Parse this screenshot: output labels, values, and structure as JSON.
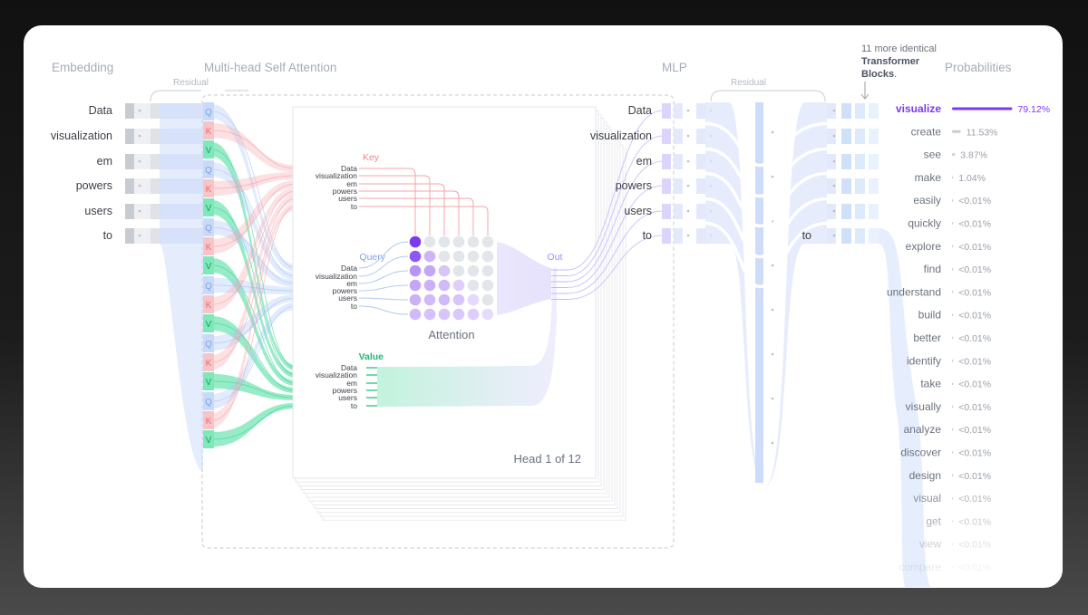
{
  "headers": {
    "embedding": "Embedding",
    "attention": "Multi-head Self Attention",
    "mlp": "MLP",
    "probabilities": "Probabilities",
    "residual_left": "Residual",
    "residual_right": "Residual"
  },
  "note": {
    "line1": "11 more identical",
    "line2": "Transformer",
    "line3": "Blocks",
    "suffix": "."
  },
  "tokens": [
    "Data",
    "visualization",
    "em",
    "powers",
    "users",
    "to"
  ],
  "qkv_letters": {
    "q": "Q",
    "k": "K",
    "v": "V"
  },
  "head": {
    "key_label": "Key",
    "query_label": "Query",
    "value_label": "Value",
    "out_label": "Out",
    "attention_label": "Attention",
    "head_label": "Head 1 of 12"
  },
  "output_token": "to",
  "colors": {
    "query": "#a9c6f5",
    "key": "#f7a7ac",
    "value": "#41dc9a",
    "accent": "#7c3aed",
    "mlp": "#dde5fb"
  },
  "attention_matrix": [
    [
      1.0,
      0.12,
      0.1,
      0.1,
      0.1,
      0.1
    ],
    [
      0.85,
      0.38,
      0.12,
      0.1,
      0.1,
      0.1
    ],
    [
      0.55,
      0.45,
      0.3,
      0.12,
      0.1,
      0.1
    ],
    [
      0.45,
      0.4,
      0.35,
      0.25,
      0.12,
      0.1
    ],
    [
      0.4,
      0.35,
      0.35,
      0.3,
      0.2,
      0.1
    ],
    [
      0.35,
      0.32,
      0.3,
      0.28,
      0.25,
      0.18
    ]
  ],
  "probabilities": [
    {
      "word": "visualize",
      "pct": "79.12%",
      "value": 0.7912
    },
    {
      "word": "create",
      "pct": "11.53%",
      "value": 0.1153
    },
    {
      "word": "see",
      "pct": "3.87%",
      "value": 0.0387
    },
    {
      "word": "make",
      "pct": "1.04%",
      "value": 0.0104
    },
    {
      "word": "easily",
      "pct": "<0.01%",
      "value": 0.0001
    },
    {
      "word": "quickly",
      "pct": "<0.01%",
      "value": 0.0001
    },
    {
      "word": "explore",
      "pct": "<0.01%",
      "value": 0.0001
    },
    {
      "word": "find",
      "pct": "<0.01%",
      "value": 0.0001
    },
    {
      "word": "understand",
      "pct": "<0.01%",
      "value": 0.0001
    },
    {
      "word": "build",
      "pct": "<0.01%",
      "value": 0.0001
    },
    {
      "word": "better",
      "pct": "<0.01%",
      "value": 0.0001
    },
    {
      "word": "identify",
      "pct": "<0.01%",
      "value": 0.0001
    },
    {
      "word": "take",
      "pct": "<0.01%",
      "value": 0.0001
    },
    {
      "word": "visually",
      "pct": "<0.01%",
      "value": 0.0001
    },
    {
      "word": "analyze",
      "pct": "<0.01%",
      "value": 0.0001
    },
    {
      "word": "discover",
      "pct": "<0.01%",
      "value": 0.0001
    },
    {
      "word": "design",
      "pct": "<0.01%",
      "value": 0.0001
    },
    {
      "word": "visual",
      "pct": "<0.01%",
      "value": 0.0001
    },
    {
      "word": "get",
      "pct": "<0.01%",
      "value": 0.0001
    },
    {
      "word": "view",
      "pct": "<0.01%",
      "value": 0.0001
    },
    {
      "word": "compare",
      "pct": "<0.01%",
      "value": 0.0001
    }
  ]
}
